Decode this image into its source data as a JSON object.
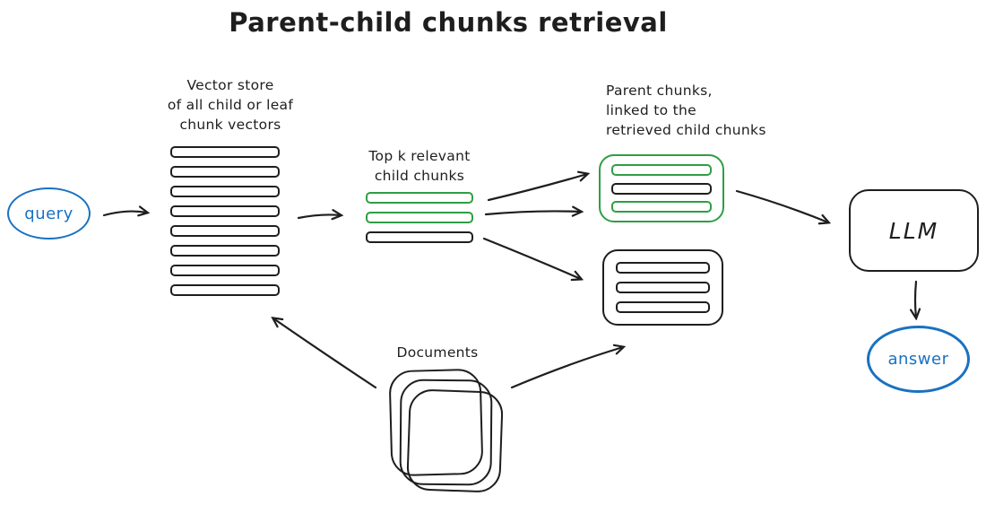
{
  "title": "Parent-child chunks retrieval",
  "colors": {
    "ink": "#1e1e1e",
    "green": "#2f9e44",
    "blue": "#1971c2",
    "bg": "#ffffff"
  },
  "nodes": {
    "query": {
      "label": "query",
      "shape": "ellipse",
      "color": "#1971c2"
    },
    "vector_store": {
      "label": "Vector store\nof all child or leaf\nchunk vectors",
      "bar_count": 8,
      "bar_colors": [
        "black",
        "black",
        "black",
        "black",
        "black",
        "black",
        "black",
        "black"
      ]
    },
    "top_k": {
      "label": "Top k relevant\nchild chunks",
      "bar_count": 3,
      "bar_colors": [
        "green",
        "green",
        "black"
      ]
    },
    "parent_chunks": {
      "label": "Parent chunks,\nlinked to the\nretrieved child chunks",
      "green_box": {
        "border_color": "green",
        "bar_colors": [
          "green",
          "black",
          "green"
        ]
      },
      "black_box": {
        "border_color": "black",
        "bar_colors": [
          "black",
          "black",
          "black"
        ]
      }
    },
    "llm": {
      "label": "LLM",
      "shape": "rounded-rect"
    },
    "answer": {
      "label": "answer",
      "shape": "ellipse",
      "color": "#1971c2"
    },
    "documents": {
      "label": "Documents",
      "stack_count": 3
    }
  },
  "edges": [
    {
      "from": "query",
      "to": "vector-store"
    },
    {
      "from": "vector-store",
      "to": "top-k-child-chunks"
    },
    {
      "from": "top-k-child-chunk-1",
      "to": "parent-chunks-green-box"
    },
    {
      "from": "top-k-child-chunk-2",
      "to": "parent-chunks-green-box"
    },
    {
      "from": "top-k-child-chunk-3",
      "to": "parent-chunks-black-box"
    },
    {
      "from": "parent-chunks-green-box",
      "to": "llm"
    },
    {
      "from": "llm",
      "to": "answer"
    },
    {
      "from": "documents",
      "to": "vector-store"
    },
    {
      "from": "documents",
      "to": "parent-chunks-black-box"
    }
  ]
}
